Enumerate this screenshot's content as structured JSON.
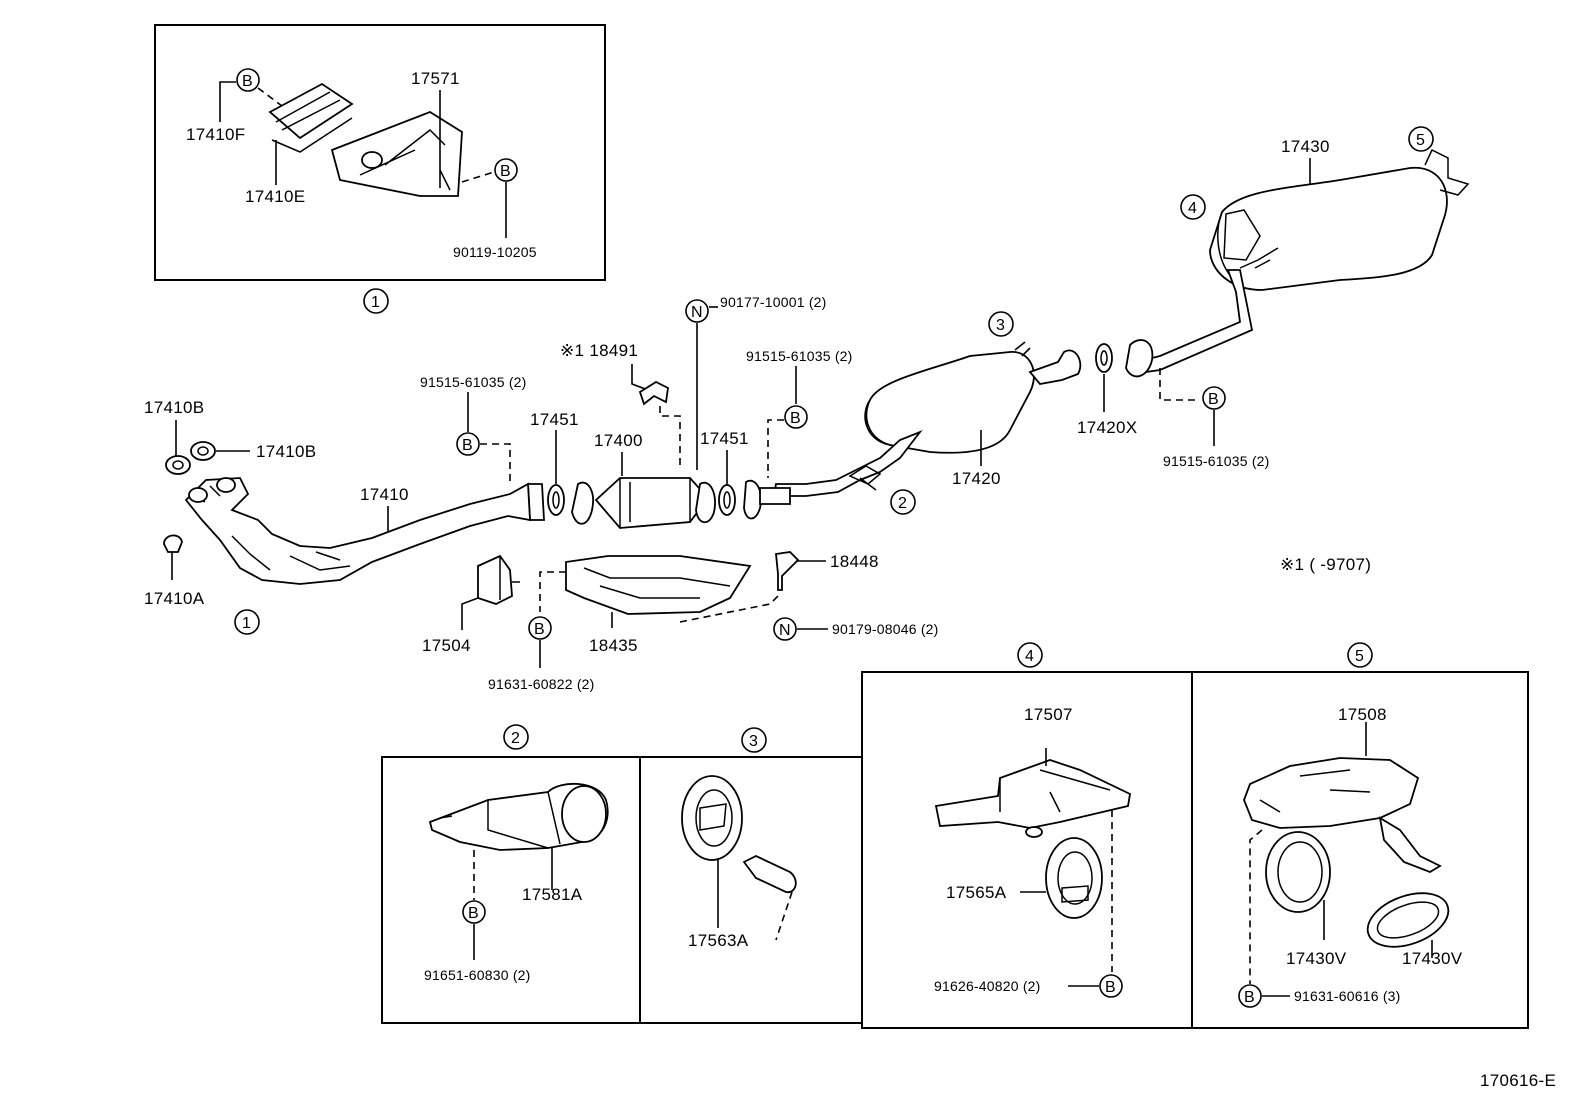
{
  "labels": {
    "p17410F": "17410F",
    "p17571": "17571",
    "p17410E": "17410E",
    "p90119": "90119-10205",
    "p17430": "17430",
    "p90177": "90177-10001 (2)",
    "p18491": "※1 18491",
    "p91515_a": "91515-61035 (2)",
    "p91515_b": "91515-61035 (2)",
    "p91515_c": "91515-61035 (2)",
    "p17410B_1": "17410B",
    "p17410B_2": "17410B",
    "p17451_1": "17451",
    "p17400": "17400",
    "p17451_2": "17451",
    "p17420X": "17420X",
    "p17420": "17420",
    "p17410": "17410",
    "p17410A": "17410A",
    "p18448": "18448",
    "p17504": "17504",
    "p18435": "18435",
    "p90179": "90179-08046 (2)",
    "p91631a": "91631-60822 (2)",
    "note": "※1 (     -9707)",
    "p17507": "17507",
    "p17508": "17508",
    "p17581A": "17581A",
    "p17563A": "17563A",
    "p17565A": "17565A",
    "p91651": "91651-60830 (2)",
    "p91626": "91626-40820 (2)",
    "p17430V_1": "17430V",
    "p17430V_2": "17430V",
    "p91631b": "91631-60616 (3)",
    "figure_id": "170616-E"
  },
  "markers": {
    "one": "1",
    "two": "2",
    "three": "3",
    "four": "4",
    "five": "5",
    "B": "B",
    "N": "N"
  }
}
